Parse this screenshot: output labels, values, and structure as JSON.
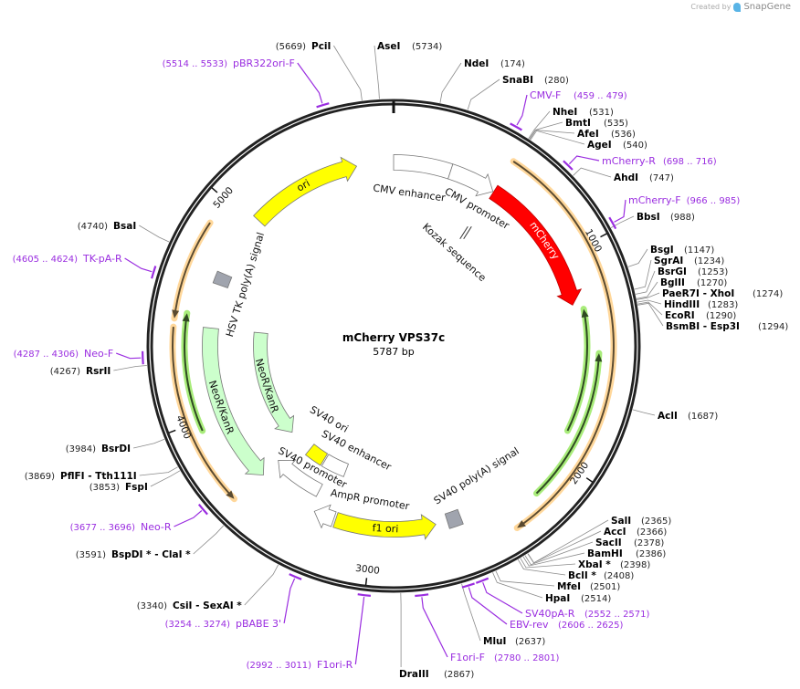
{
  "header": {
    "created_by": "Created by",
    "brand": "SnapGene",
    "logo_icon": "snapgene-logo-icon"
  },
  "plasmid": {
    "name": "mCherry VPS37c",
    "length_label": "5787 bp",
    "length": 5787
  },
  "ticks": [
    {
      "bp": 1000,
      "label": "1000"
    },
    {
      "bp": 2000,
      "label": "2000"
    },
    {
      "bp": 3000,
      "label": "3000"
    },
    {
      "bp": 4000,
      "label": "4000"
    },
    {
      "bp": 5000,
      "label": "5000"
    }
  ],
  "colors": {
    "primer": "#9a2de0",
    "backbone": "#222222",
    "orf_orange": "#ffc870",
    "orf_green": "#9be36b"
  },
  "features": [
    {
      "label": "ori",
      "start": 5030,
      "end": 5600,
      "direction": "cw",
      "color": "#ffff00",
      "ring": "outer",
      "label_on_feature": true
    },
    {
      "label": "CMV enhancer",
      "start": 0,
      "end": 290,
      "direction": "none",
      "color": "#ffffff",
      "ring": "outer"
    },
    {
      "label": "CMV promoter",
      "start": 290,
      "end": 526,
      "direction": "cw",
      "color": "#ffffff",
      "ring": "outer"
    },
    {
      "label": "mCherry",
      "start": 530,
      "end": 1240,
      "direction": "cw",
      "color": "#ff0000",
      "ring": "outer",
      "label_on_feature": true,
      "label_color": "#ffffff"
    },
    {
      "label": "Kozak sequence",
      "start": 515,
      "end": 530,
      "direction": "none",
      "color": "#ffffff",
      "ring": "kozak"
    },
    {
      "label": "SV40 poly(A) signal",
      "start": 2550,
      "end": 2620,
      "direction": "none",
      "color": "#a0a4ae",
      "ring": "outer"
    },
    {
      "label": "f1 ori",
      "start": 2680,
      "end": 3190,
      "direction": "ccw",
      "color": "#ffff00",
      "ring": "outer",
      "label_on_feature": true
    },
    {
      "label": "AmpR promoter",
      "start": 3200,
      "end": 3305,
      "direction": "cw",
      "color": "#ffffff",
      "ring": "outer"
    },
    {
      "label": "SV40 promoter",
      "start": 3330,
      "end": 3620,
      "direction": "cw",
      "color": "#ffffff",
      "ring": "mid"
    },
    {
      "label": "SV40 enhancer",
      "start": 3230,
      "end": 3390,
      "direction": "none",
      "color": "#ffffff",
      "ring": "inner"
    },
    {
      "label": "SV40 ori",
      "start": 3400,
      "end": 3520,
      "direction": "none",
      "color": "#ffff00",
      "ring": "inner"
    },
    {
      "label": "NeoR/KanR",
      "start": 3620,
      "end": 4430,
      "direction": "ccw",
      "color": "#ccffcc",
      "ring": "outer",
      "label_on_feature": true
    },
    {
      "label": "NeoR/KanR",
      "start": 3690,
      "end": 4430,
      "direction": "ccw",
      "color": "#ccffcc",
      "ring": "inner",
      "label_on_feature": true
    },
    {
      "label": "HSV TK poly(A) signal",
      "start": 4650,
      "end": 4710,
      "direction": "none",
      "color": "#a0a4ae",
      "ring": "outer"
    }
  ],
  "orfs": [
    {
      "start": 530,
      "end": 2345,
      "direction": "cw",
      "color": "orange",
      "ring": 241
    },
    {
      "start": 1270,
      "end": 1865,
      "direction": "ccw",
      "color": "green",
      "ring": 212
    },
    {
      "start": 1480,
      "end": 2185,
      "direction": "ccw",
      "color": "green",
      "ring": 225
    },
    {
      "start": 3635,
      "end": 4420,
      "direction": "ccw",
      "color": "orange",
      "ring": 242
    },
    {
      "start": 4455,
      "end": 4885,
      "direction": "ccw",
      "color": "orange",
      "ring": 242
    },
    {
      "start": 3955,
      "end": 4485,
      "direction": "cw",
      "color": "green",
      "ring": 229
    }
  ],
  "enzymes": [
    {
      "name": "PciI",
      "position": "(5669)",
      "site": 5669
    },
    {
      "name": "AseI",
      "position": "(5734)",
      "site": 5734
    },
    {
      "name": "NdeI",
      "position": "(174)",
      "site": 174
    },
    {
      "name": "SnaBI",
      "position": "(280)",
      "site": 280
    },
    {
      "name": "NheI",
      "position": "(531)",
      "site": 531
    },
    {
      "name": "BmtI",
      "position": "(535)",
      "site": 535
    },
    {
      "name": "AfeI",
      "position": "(536)",
      "site": 536
    },
    {
      "name": "AgeI",
      "position": "(540)",
      "site": 540
    },
    {
      "name": "AhdI",
      "position": "(747)",
      "site": 747
    },
    {
      "name": "BbsI",
      "position": "(988)",
      "site": 988
    },
    {
      "name": "BsgI",
      "position": "(1147)",
      "site": 1147
    },
    {
      "name": "SgrAI",
      "position": "(1234)",
      "site": 1234
    },
    {
      "name": "BsrGI",
      "position": "(1253)",
      "site": 1253
    },
    {
      "name": "BglII",
      "position": "(1270)",
      "site": 1270
    },
    {
      "name": "PaeR7I  - XhoI",
      "position": "(1274)",
      "site": 1274
    },
    {
      "name": "HindIII",
      "position": "(1283)",
      "site": 1283
    },
    {
      "name": "EcoRI",
      "position": "(1290)",
      "site": 1290
    },
    {
      "name": "BsmBI  - Esp3I",
      "position": "(1294)",
      "site": 1294
    },
    {
      "name": "AclI",
      "position": "(1687)",
      "site": 1687
    },
    {
      "name": "SalI",
      "position": "(2365)",
      "site": 2365
    },
    {
      "name": "AccI",
      "position": "(2366)",
      "site": 2366
    },
    {
      "name": "SacII",
      "position": "(2378)",
      "site": 2378
    },
    {
      "name": "BamHI",
      "position": "(2386)",
      "site": 2386
    },
    {
      "name": "XbaI *",
      "position": "(2398)",
      "site": 2398
    },
    {
      "name": "BclI *",
      "position": "(2408)",
      "site": 2408
    },
    {
      "name": "MfeI",
      "position": "(2501)",
      "site": 2501
    },
    {
      "name": "HpaI",
      "position": "(2514)",
      "site": 2514
    },
    {
      "name": "MluI",
      "position": "(2637)",
      "site": 2637
    },
    {
      "name": "DraIII",
      "position": "(2867)",
      "site": 2867
    },
    {
      "name": "CsiI  - SexAI *",
      "position": "(3340)",
      "site": 3340
    },
    {
      "name": "BspDI *  - ClaI *",
      "position": "(3591)",
      "site": 3591
    },
    {
      "name": "FspI",
      "position": "(3853)",
      "site": 3853
    },
    {
      "name": "PflFI  - Tth111I",
      "position": "(3869)",
      "site": 3869
    },
    {
      "name": "BsrDI",
      "position": "(3984)",
      "site": 3984
    },
    {
      "name": "RsrII",
      "position": "(4267)",
      "site": 4267
    },
    {
      "name": "BsaI",
      "position": "(4740)",
      "site": 4740
    }
  ],
  "primers": [
    {
      "name": "CMV-F",
      "range": "(459 .. 479)",
      "start": 459,
      "end": 479
    },
    {
      "name": "mCherry-R",
      "range": "(698 .. 716)",
      "start": 698,
      "end": 716
    },
    {
      "name": "mCherry-F",
      "range": "(966 .. 985)",
      "start": 966,
      "end": 985
    },
    {
      "name": "SV40pA-R",
      "range": "(2552 .. 2571)",
      "start": 2552,
      "end": 2571
    },
    {
      "name": "EBV-rev",
      "range": "(2606 .. 2625)",
      "start": 2606,
      "end": 2625
    },
    {
      "name": "F1ori-F",
      "range": "(2780 .. 2801)",
      "start": 2780,
      "end": 2801
    },
    {
      "name": "F1ori-R",
      "range": "(2992 .. 3011)",
      "start": 2992,
      "end": 3011
    },
    {
      "name": "pBABE 3'",
      "range": "(3254 .. 3274)",
      "start": 3254,
      "end": 3274
    },
    {
      "name": "Neo-R",
      "range": "(3677 .. 3696)",
      "start": 3677,
      "end": 3696
    },
    {
      "name": "Neo-F",
      "range": "(4287 .. 4306)",
      "start": 4287,
      "end": 4306
    },
    {
      "name": "TK-pA-R",
      "range": "(4605 .. 4624)",
      "start": 4605,
      "end": 4624
    },
    {
      "name": "pBR322ori-F",
      "range": "(5514 .. 5533)",
      "start": 5514,
      "end": 5533
    }
  ]
}
